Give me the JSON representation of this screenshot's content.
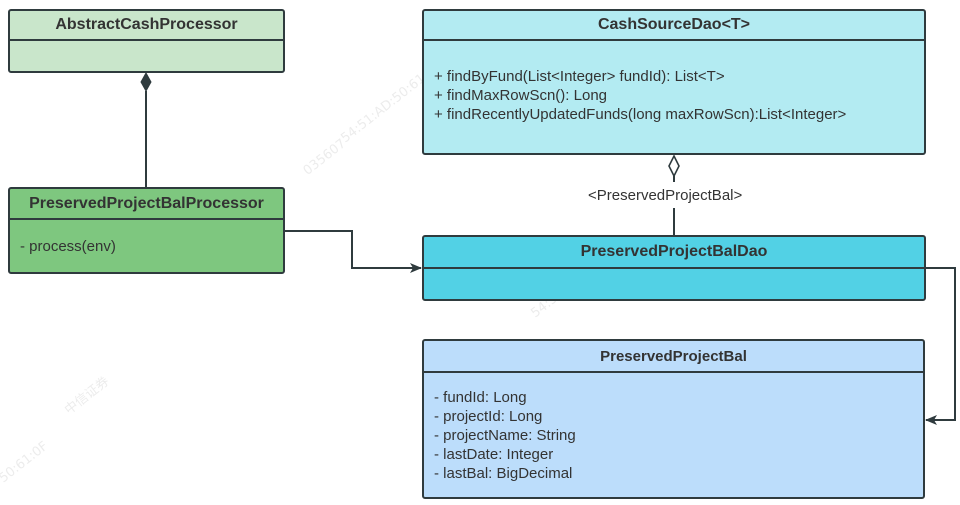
{
  "diagram": {
    "classes": {
      "abstract_cash_processor": {
        "name": "AbstractCashProcessor",
        "members": []
      },
      "preserved_project_bal_processor": {
        "name": "PreservedProjectBalProcessor",
        "members": [
          "- process(env)"
        ]
      },
      "cash_source_dao": {
        "name": "CashSourceDao<T>",
        "members": [
          "+ findByFund(List<Integer> fundId): List<T>",
          "+ findMaxRowScn(): Long",
          "+ findRecentlyUpdatedFunds(long maxRowScn):List<Integer>"
        ]
      },
      "preserved_project_bal_dao": {
        "name": "PreservedProjectBalDao",
        "members": []
      },
      "preserved_project_bal": {
        "name": "PreservedProjectBal",
        "members": [
          "- fundId: Long",
          "- projectId: Long",
          "- projectName: String",
          "- lastDate: Integer",
          "- lastBal: BigDecimal"
        ]
      }
    },
    "relations": {
      "dao_binding_label": "<PreservedProjectBal>"
    },
    "watermark": {
      "texts": [
        "035607",
        "54:51:AD:50:61:0F",
        "中信证券",
        "50:61:0F"
      ]
    },
    "colors": {
      "abstract_cash_processor": "#c9e6cb",
      "preserved_project_bal_processor": "#7ec77f",
      "cash_source_dao": "#b3ebf2",
      "preserved_project_bal_dao": "#52d1e5",
      "preserved_project_bal": "#bcddfb",
      "line": "#2f3b3e"
    }
  }
}
